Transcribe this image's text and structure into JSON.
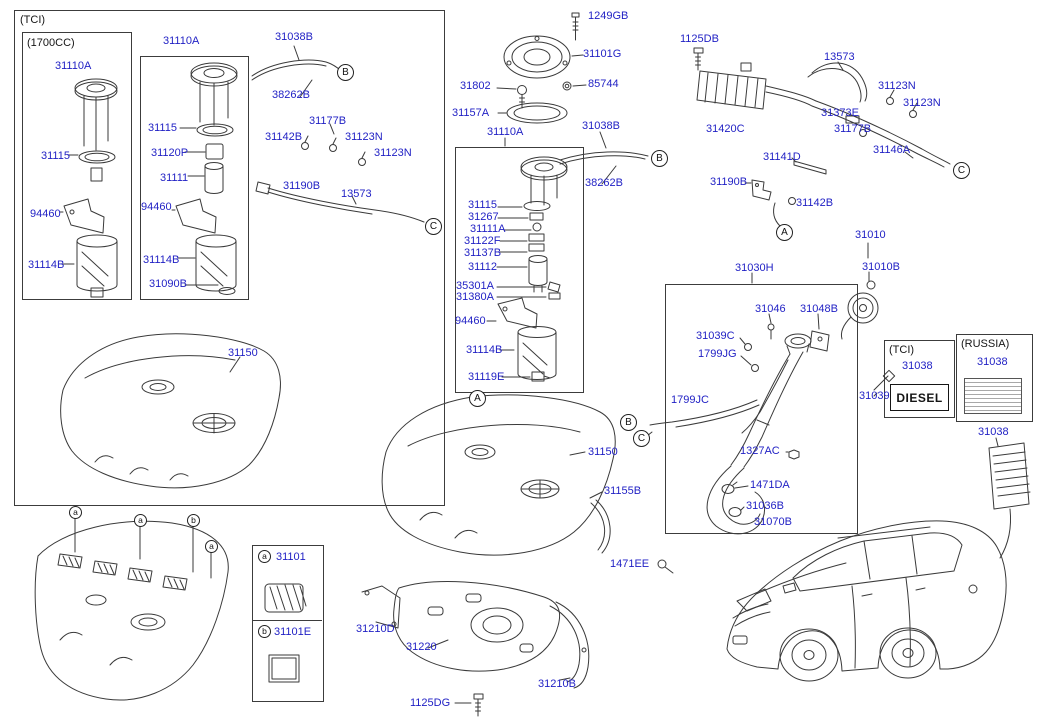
{
  "colors": {
    "part_link_blue": "#1f1fc4",
    "line_ink": "#3a3a3a",
    "text_ink": "#151515"
  },
  "titles": {
    "tci": "(TCI)",
    "cc1700": "(1700CC)",
    "tci_small": "(TCI)",
    "russia": "(RUSSIA)",
    "diesel": "DIESEL"
  },
  "callouts": {
    "A": "A",
    "B": "B",
    "C": "C",
    "a": "a",
    "b": "b"
  },
  "pump1700": [
    "31110A",
    "31115",
    "94460",
    "31114B"
  ],
  "pump_std": [
    "31110A",
    "31115",
    "31120P",
    "31111",
    "94460",
    "31114B",
    "31090B"
  ],
  "hoses_left": [
    "31038B",
    "38262B",
    "31177B",
    "31142B",
    "31123N",
    "31123N",
    "31190B",
    "13573"
  ],
  "tank_left": [
    "31150"
  ],
  "legend": {
    "a_part": "31101",
    "b_part": "31101E"
  },
  "lock_plate": [
    "1249GB",
    "31101G",
    "85744",
    "31802",
    "31157A"
  ],
  "pump_center": [
    "31110A",
    "31038B",
    "38262B",
    "31115",
    "31267",
    "31111A",
    "31122F",
    "31137B",
    "31112",
    "35301A",
    "31380A",
    "94460",
    "31114B",
    "31119E"
  ],
  "tank_center": [
    "31150",
    "31155B",
    "1471EE",
    "31210D",
    "31220",
    "31210B",
    "1125DG"
  ],
  "canister": [
    "1125DB",
    "13573",
    "31123N",
    "31123N",
    "31373E",
    "31177B",
    "31420C",
    "31146A",
    "31141D",
    "31190B",
    "31142B"
  ],
  "cap": [
    "31010",
    "31010B"
  ],
  "filler": [
    "31030H",
    "31046",
    "31048B",
    "31039C",
    "1799JG",
    "1799JC",
    "31039",
    "1327AC",
    "1471DA",
    "31036B",
    "31070B"
  ],
  "side_labels": {
    "tci_part": "31038",
    "russia_part": "31038",
    "sticker_part": "31038"
  }
}
